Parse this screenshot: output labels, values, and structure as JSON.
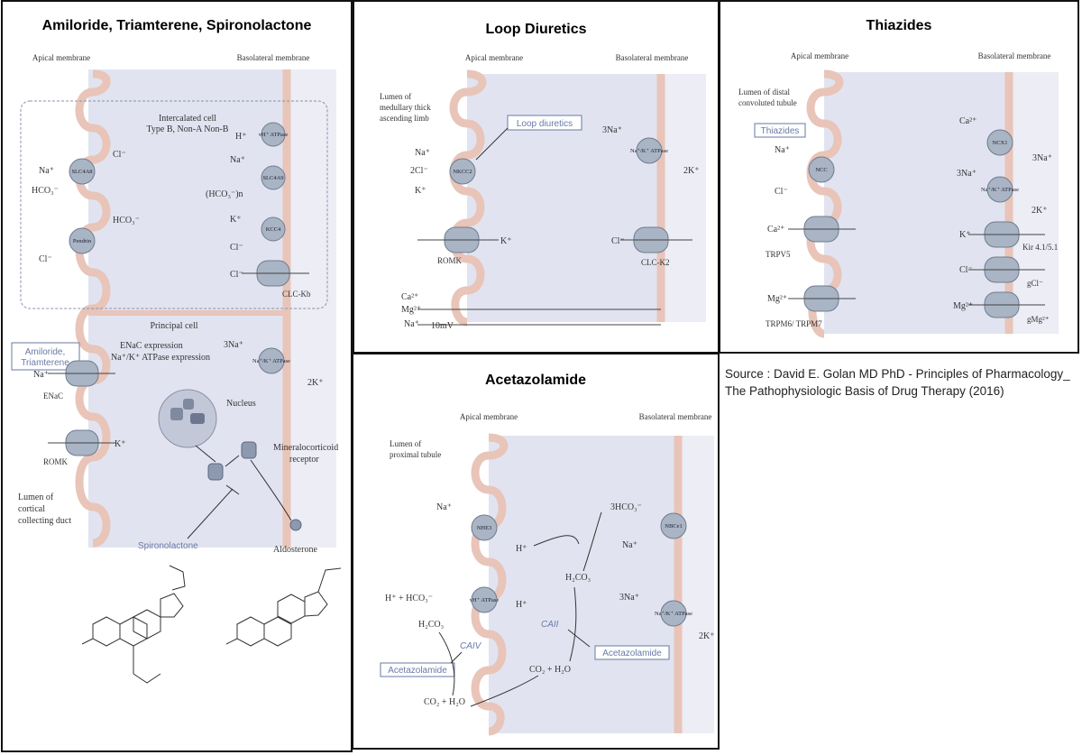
{
  "source_note": "Source : David E. Golan MD  PhD - Principles of Pharmacology_ The Pathophysiologic Basis of Drug Therapy (2016)",
  "colors": {
    "cell_fill": "#d4d8ea",
    "membrane": "#e9c4b8",
    "transporter": "#a9b4c4",
    "drug_box": "#6a7aa6"
  },
  "panels": {
    "amiloride": {
      "title": "Amiloride, Triamterene, Spironolactone",
      "apical": "Apical membrane",
      "basolateral": "Basolateral membrane",
      "intercalated_label_1": "Intercalated cell",
      "intercalated_label_2": "Type B, Non-A Non-B",
      "principal_label": "Principal cell",
      "enac_expr": "ENaC expression",
      "atpase_expr": "Na⁺/K⁺ ATPase expression",
      "nucleus": "Nucleus",
      "mr_1": "Mineralocorticoid",
      "mr_2": "receptor",
      "aldosterone": "Aldosterone",
      "lumen_1": "Lumen of",
      "lumen_2": "cortical",
      "lumen_3": "collecting duct",
      "drug_box_1": "Amiloride,",
      "drug_box_2": "Triamterene",
      "spironolactone": "Spironolactone",
      "t_slc4a8": "SLC4A8",
      "t_pendrin": "Pendrin",
      "t_vh": "vH⁺ ATPase",
      "t_slc4a9": "SLC4A9",
      "t_kcc4": "KCC4",
      "t_clckb": "CLC-Kb",
      "t_enac": "ENaC",
      "t_romk": "ROMK",
      "t_nak": "Na⁺/K⁺ ATPase",
      "i_na": "Na⁺",
      "i_hco3": "HCO₃⁻",
      "i_cl": "Cl⁻",
      "i_h": "H⁺",
      "i_hco3n": "(HCO₃⁻)n",
      "i_k": "K⁺",
      "i_3na": "3Na⁺",
      "i_2k": "2K⁺"
    },
    "loop": {
      "title": "Loop Diuretics",
      "apical": "Apical membrane",
      "basolateral": "Basolateral membrane",
      "lumen_1": "Lumen of",
      "lumen_2": "medullary thick",
      "lumen_3": "ascending limb",
      "drug_box": "Loop diuretics",
      "t_nkcc2": "NKCC2",
      "t_romk": "ROMK",
      "t_nak": "Na⁺/K⁺ ATPase",
      "t_clck2": "CLC-K2",
      "i_na": "Na⁺",
      "i_2cl": "2Cl⁻",
      "i_k": "K⁺",
      "i_3na": "3Na⁺",
      "i_2k": "2K⁺",
      "i_cl": "Cl⁻",
      "i_ca": "Ca²⁺",
      "i_mg": "Mg²⁺",
      "potential": "10mV"
    },
    "thiazides": {
      "title": "Thiazides",
      "apical": "Apical membrane",
      "basolateral": "Basolateral membrane",
      "lumen_1": "Lumen of distal",
      "lumen_2": "convoluted tubule",
      "drug_box": "Thiazides",
      "t_ncc": "NCC",
      "t_trpv5": "TRPV5",
      "t_trpm": "TRPM6/ TRPM7",
      "t_ncx1": "NCX1",
      "t_nak": "Na⁺/K⁺ ATPase",
      "t_kir": "Kir 4.1/5.1",
      "t_gcl": "gCl⁻",
      "t_gmg": "gMg²⁺",
      "i_na": "Na⁺",
      "i_cl": "Cl⁻",
      "i_ca": "Ca²⁺",
      "i_mg": "Mg²⁺",
      "i_3na": "3Na⁺",
      "i_2k": "2K⁺",
      "i_k": "K⁺"
    },
    "acetazolamide": {
      "title": "Acetazolamide",
      "apical": "Apical membrane",
      "basolateral": "Basolateral membrane",
      "lumen_1": "Lumen of",
      "lumen_2": "proximal tubule",
      "t_nhe3": "NHE3",
      "t_vh": "vH⁺ ATPase",
      "t_nbce1": "NBCe1",
      "t_nak": "Na⁺/K⁺ ATPase",
      "drug_box": "Acetazolamide",
      "caiv": "CAIV",
      "caii": "CAII",
      "i_na": "Na⁺",
      "i_h": "H⁺",
      "i_3hco3": "3HCO₃⁻",
      "i_3na": "3Na⁺",
      "i_2k": "2K⁺",
      "r_h_hco3": "H⁺ + HCO₃⁻",
      "r_h2co3": "H₂CO₃",
      "r_co2h2o": "CO₂ + H₂O"
    }
  }
}
